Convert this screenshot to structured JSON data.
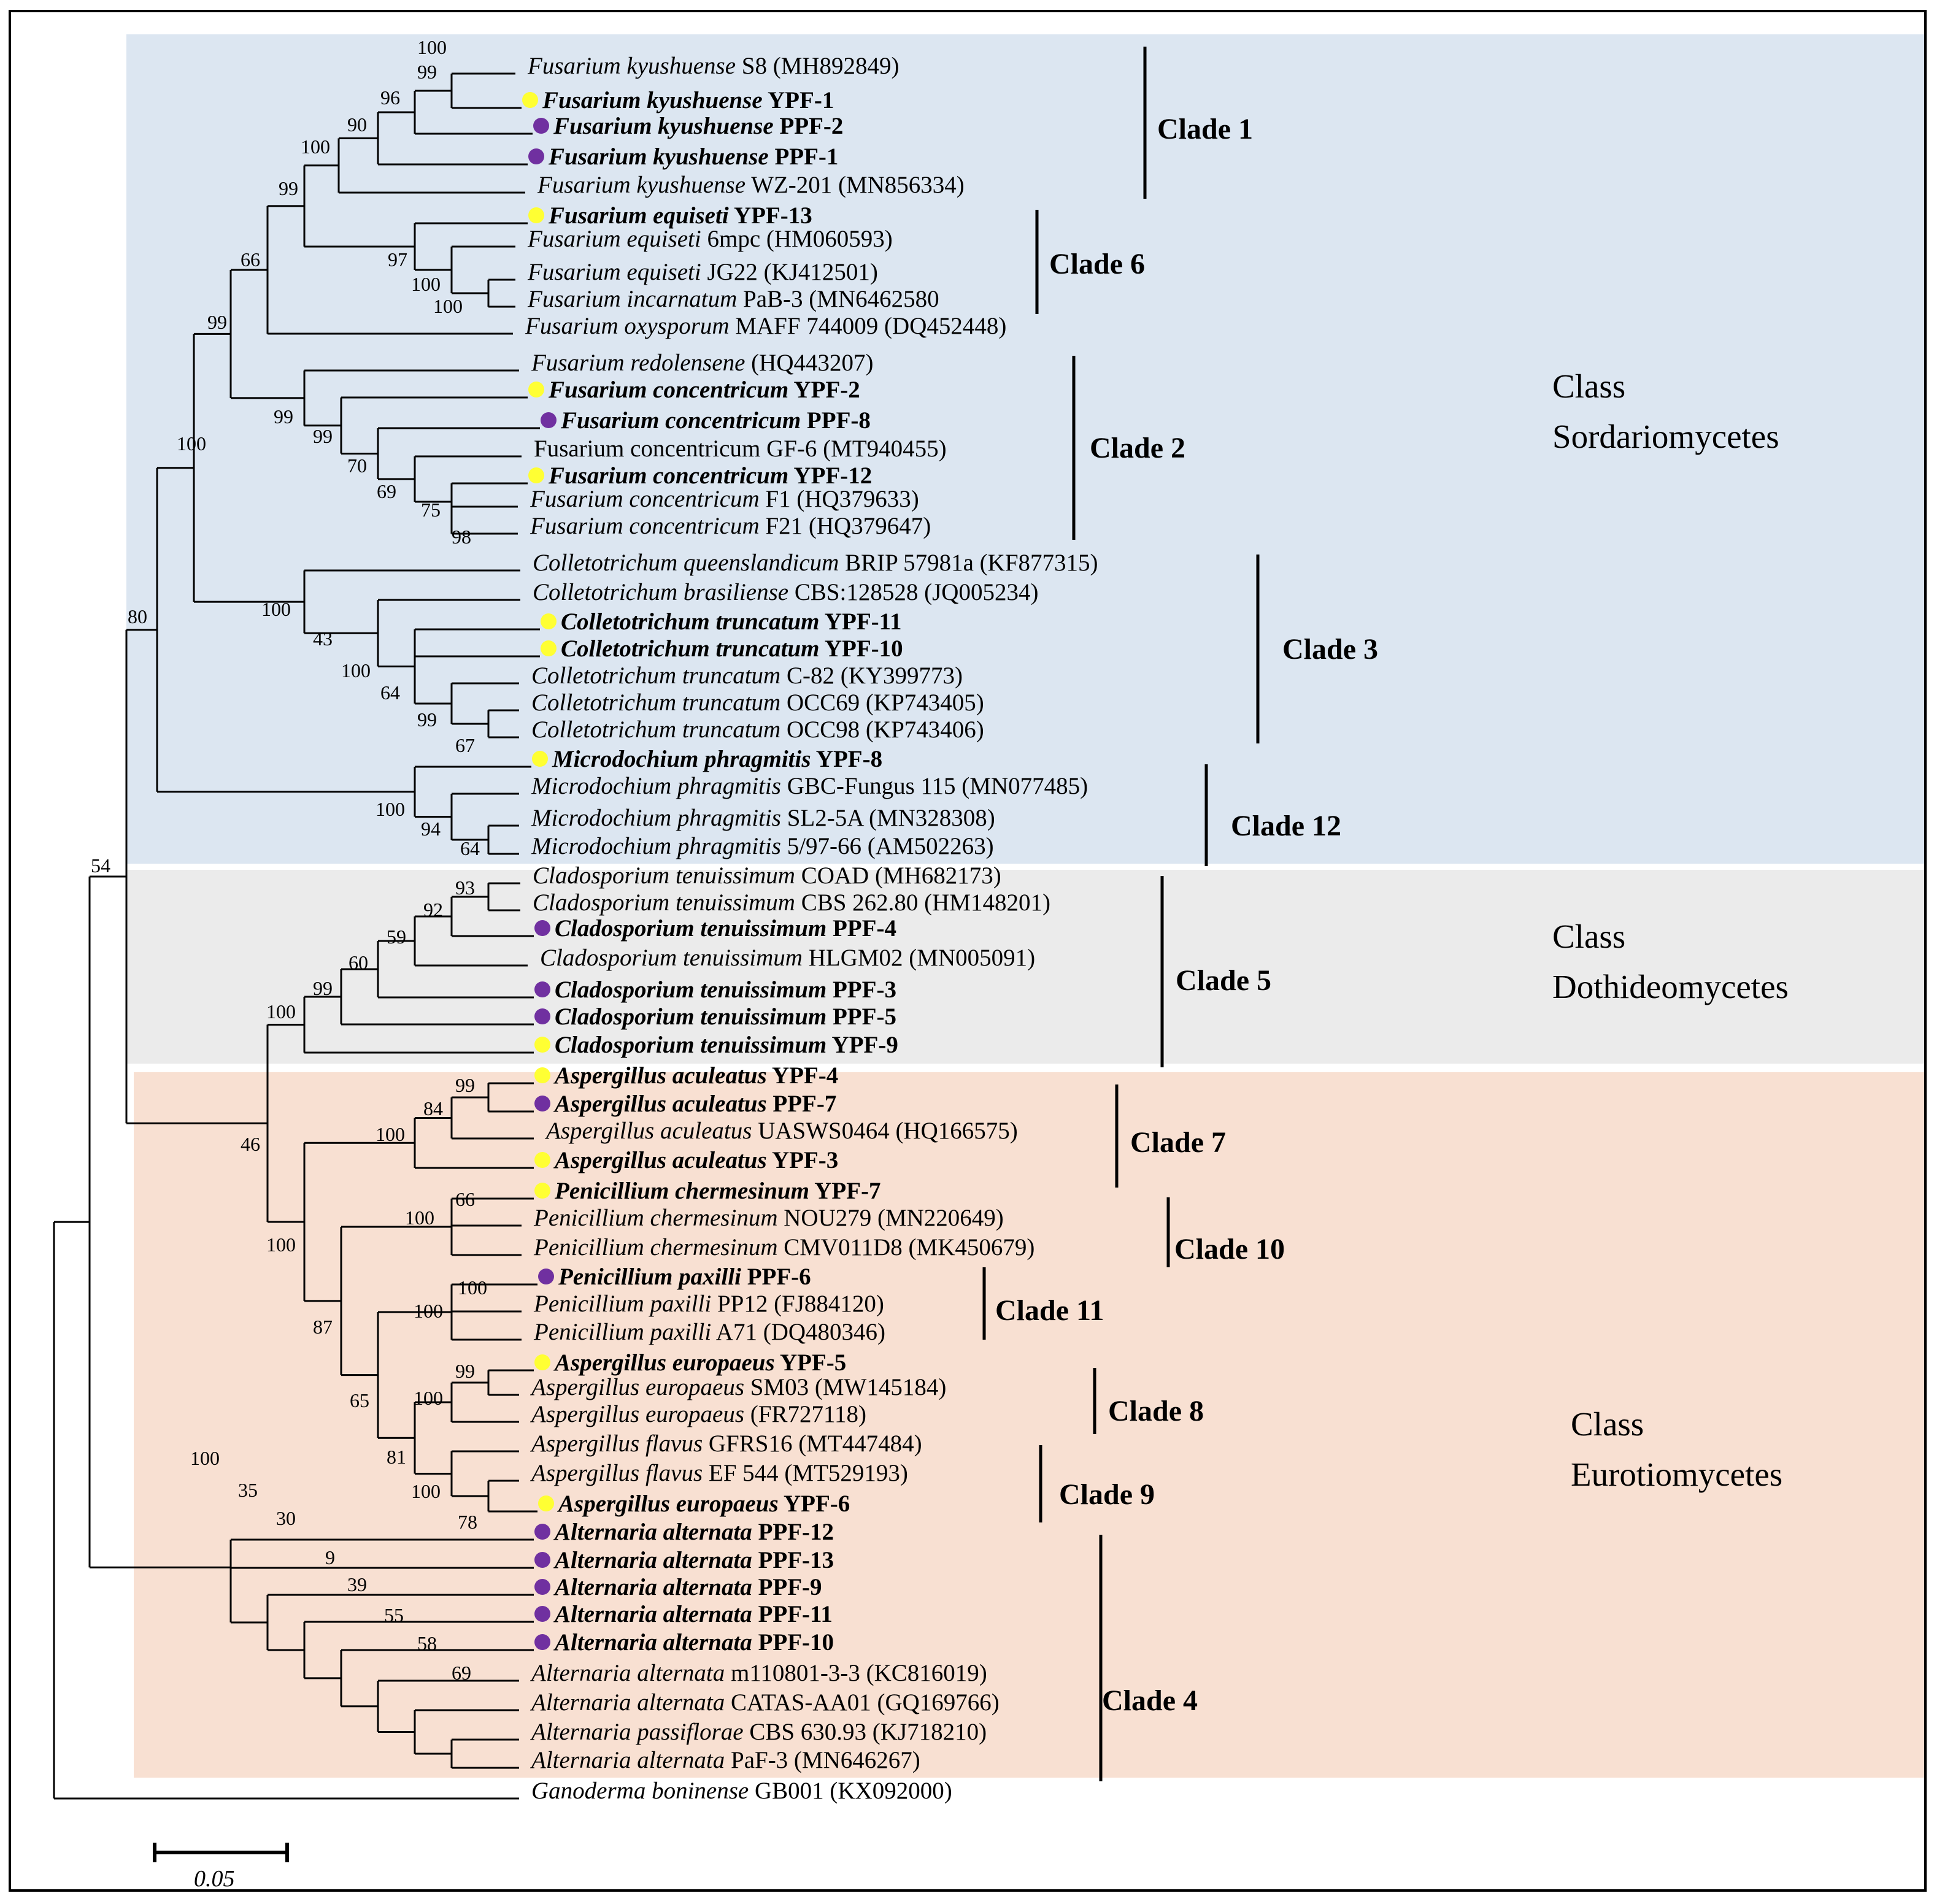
{
  "colors": {
    "sordariomycetes_bg": "#dce6f1",
    "dothideomycetes_bg": "#ebebeb",
    "eurotiomycetes_bg": "#f8e0d2",
    "yellow_marker": "#ffff33",
    "purple_marker": "#7030a0",
    "line": "#000000"
  },
  "classes": [
    {
      "id": "sord",
      "line1": "Class",
      "line2": "Sordariomycetes"
    },
    {
      "id": "doth",
      "line1": "Class",
      "line2": "Dothideomycetes"
    },
    {
      "id": "euro",
      "line1": "Class",
      "line2": "Eurotiomycetes"
    }
  ],
  "clades": [
    "Clade 1",
    "Clade 6",
    "Clade 2",
    "Clade 3",
    "Clade 12",
    "Clade 5",
    "Clade 7",
    "Clade 10",
    "Clade 11",
    "Clade 8",
    "Clade 9",
    "Clade 4"
  ],
  "taxa": [
    {
      "genus": "Fusarium kyushuense",
      "rest": " S8 (MH892849)",
      "bold": false,
      "marker": "none"
    },
    {
      "genus": "Fusarium kyushuense",
      "rest": " YPF-1",
      "bold": true,
      "marker": "yellow"
    },
    {
      "genus": "Fusarium kyushuense",
      "rest": " PPF-2",
      "bold": true,
      "marker": "purple"
    },
    {
      "genus": "Fusarium kyushuense",
      "rest": " PPF-1",
      "bold": true,
      "marker": "purple"
    },
    {
      "genus": "Fusarium kyushuense",
      "rest": " WZ-201 (MN856334)",
      "bold": false,
      "marker": "none"
    },
    {
      "genus": "Fusarium equiseti",
      "rest": " YPF-13",
      "bold": true,
      "marker": "yellow"
    },
    {
      "genus": "Fusarium equiseti",
      "rest": " 6mpc (HM060593)",
      "bold": false,
      "marker": "none"
    },
    {
      "genus": "Fusarium equiseti",
      "rest": " JG22 (KJ412501)",
      "bold": false,
      "marker": "none"
    },
    {
      "genus": "Fusarium incarnatum",
      "rest": " PaB-3 (MN6462580",
      "bold": false,
      "marker": "none"
    },
    {
      "genus": "Fusarium oxysporum",
      "rest": " MAFF 744009 (DQ452448)",
      "bold": false,
      "marker": "none"
    },
    {
      "genus": "Fusarium redolensene",
      "rest": " (HQ443207)",
      "bold": false,
      "marker": "none"
    },
    {
      "genus": "Fusarium concentricum",
      "rest": " YPF-2",
      "bold": true,
      "marker": "yellow"
    },
    {
      "genus": "Fusarium concentricum",
      "rest": " PPF-8",
      "bold": true,
      "marker": "purple"
    },
    {
      "genus": "",
      "rest": "Fusarium concentricum GF-6 (MT940455)",
      "bold": false,
      "marker": "none"
    },
    {
      "genus": "Fusarium concentricum",
      "rest": " YPF-12",
      "bold": true,
      "marker": "yellow"
    },
    {
      "genus": "Fusarium concentricum",
      "rest": " F1 (HQ379633)",
      "bold": false,
      "marker": "none"
    },
    {
      "genus": "Fusarium concentricum",
      "rest": " F21 (HQ379647)",
      "bold": false,
      "marker": "none"
    },
    {
      "genus": "Colletotrichum queenslandicum",
      "rest": " BRIP 57981a (KF877315)",
      "bold": false,
      "marker": "none"
    },
    {
      "genus": "Colletotrichum brasiliense",
      "rest": " CBS:128528 (JQ005234)",
      "bold": false,
      "marker": "none"
    },
    {
      "genus": "Colletotrichum truncatum",
      "rest": " YPF-11",
      "bold": true,
      "marker": "yellow"
    },
    {
      "genus": "Colletotrichum truncatum",
      "rest": " YPF-10",
      "bold": true,
      "marker": "yellow"
    },
    {
      "genus": "Colletotrichum truncatum",
      "rest": " C-82 (KY399773)",
      "bold": false,
      "marker": "none"
    },
    {
      "genus": "Colletotrichum truncatum",
      "rest": " OCC69 (KP743405)",
      "bold": false,
      "marker": "none"
    },
    {
      "genus": "Colletotrichum truncatum",
      "rest": " OCC98 (KP743406)",
      "bold": false,
      "marker": "none"
    },
    {
      "genus": "Microdochium phragmitis",
      "rest": " YPF-8",
      "bold": true,
      "marker": "yellow"
    },
    {
      "genus": "Microdochium phragmitis",
      "rest": " GBC-Fungus 115 (MN077485)",
      "bold": false,
      "marker": "none"
    },
    {
      "genus": "Microdochium phragmitis",
      "rest": " SL2-5A (MN328308)",
      "bold": false,
      "marker": "none"
    },
    {
      "genus": "Microdochium phragmitis",
      "rest": " 5/97-66 (AM502263)",
      "bold": false,
      "marker": "none"
    },
    {
      "genus": "Cladosporium tenuissimum",
      "rest": " COAD (MH682173)",
      "bold": false,
      "marker": "none"
    },
    {
      "genus": "Cladosporium tenuissimum",
      "rest": " CBS 262.80 (HM148201)",
      "bold": false,
      "marker": "none"
    },
    {
      "genus": "Cladosporium tenuissimum",
      "rest": " PPF-4",
      "bold": true,
      "marker": "purple"
    },
    {
      "genus": "Cladosporium tenuissimum",
      "rest": " HLGM02 (MN005091)",
      "bold": false,
      "marker": "none"
    },
    {
      "genus": "Cladosporium tenuissimum",
      "rest": " PPF-3",
      "bold": true,
      "marker": "purple"
    },
    {
      "genus": "Cladosporium tenuissimum",
      "rest": " PPF-5",
      "bold": true,
      "marker": "purple"
    },
    {
      "genus": "Cladosporium tenuissimum",
      "rest": " YPF-9",
      "bold": true,
      "marker": "yellow"
    },
    {
      "genus": "Aspergillus aculeatus",
      "rest": " YPF-4",
      "bold": true,
      "marker": "yellow"
    },
    {
      "genus": "Aspergillus aculeatus",
      "rest": " PPF-7",
      "bold": true,
      "marker": "purple"
    },
    {
      "genus": "Aspergillus aculeatus",
      "rest": " UASWS0464 (HQ166575)",
      "bold": false,
      "marker": "none"
    },
    {
      "genus": "Aspergillus aculeatus",
      "rest": " YPF-3",
      "bold": true,
      "marker": "yellow"
    },
    {
      "genus": "Penicillium chermesinum",
      "rest": " YPF-7",
      "bold": true,
      "marker": "yellow"
    },
    {
      "genus": "Penicillium chermesinum",
      "rest": " NOU279 (MN220649)",
      "bold": false,
      "marker": "none"
    },
    {
      "genus": "Penicillium chermesinum",
      "rest": " CMV011D8 (MK450679)",
      "bold": false,
      "marker": "none"
    },
    {
      "genus": "Penicillium paxilli",
      "rest": " PPF-6",
      "bold": true,
      "marker": "purple"
    },
    {
      "genus": "Penicillium paxilli",
      "rest": " PP12 (FJ884120)",
      "bold": false,
      "marker": "none"
    },
    {
      "genus": "Penicillium paxilli",
      "rest": " A71 (DQ480346)",
      "bold": false,
      "marker": "none"
    },
    {
      "genus": "Aspergillus europaeus",
      "rest": " YPF-5",
      "bold": true,
      "marker": "yellow"
    },
    {
      "genus": "Aspergillus europaeus",
      "rest": " SM03 (MW145184)",
      "bold": false,
      "marker": "none"
    },
    {
      "genus": "Aspergillus europaeus",
      "rest": " (FR727118)",
      "bold": false,
      "marker": "none"
    },
    {
      "genus": "Aspergillus flavus",
      "rest": " GFRS16 (MT447484)",
      "bold": false,
      "marker": "none"
    },
    {
      "genus": "Aspergillus flavus",
      "rest": " EF 544 (MT529193)",
      "bold": false,
      "marker": "none"
    },
    {
      "genus": "Aspergillus europaeus",
      "rest": " YPF-6",
      "bold": true,
      "marker": "yellow"
    },
    {
      "genus": "Alternaria alternata",
      "rest": " PPF-12",
      "bold": true,
      "marker": "purple"
    },
    {
      "genus": "Alternaria alternata",
      "rest": " PPF-13",
      "bold": true,
      "marker": "purple"
    },
    {
      "genus": "Alternaria alternata",
      "rest": " PPF-9",
      "bold": true,
      "marker": "purple"
    },
    {
      "genus": "Alternaria alternata",
      "rest": " PPF-11",
      "bold": true,
      "marker": "purple"
    },
    {
      "genus": "Alternaria alternata",
      "rest": " PPF-10",
      "bold": true,
      "marker": "purple"
    },
    {
      "genus": "Alternaria alternata",
      "rest": " m110801-3-3 (KC816019)",
      "bold": false,
      "marker": "none"
    },
    {
      "genus": "Alternaria alternata",
      "rest": " CATAS-AA01 (GQ169766)",
      "bold": false,
      "marker": "none"
    },
    {
      "genus": "Alternaria passiflorae",
      "rest": " CBS 630.93 (KJ718210)",
      "bold": false,
      "marker": "none"
    },
    {
      "genus": "Alternaria alternata",
      "rest": " PaF-3 (MN646267)",
      "bold": false,
      "marker": "none"
    },
    {
      "genus": "Ganoderma boninense",
      "rest": " GB001 (KX092000)",
      "bold": false,
      "marker": "none"
    }
  ],
  "bootstrap": [
    "100",
    "99",
    "96",
    "90",
    "100",
    "99",
    "97",
    "100",
    "100",
    "66",
    "99",
    "99",
    "99",
    "70",
    "69",
    "75",
    "98",
    "100",
    "100",
    "43",
    "100",
    "64",
    "99",
    "67",
    "100",
    "94",
    "64",
    "80",
    "54",
    "93",
    "92",
    "59",
    "60",
    "99",
    "100",
    "99",
    "84",
    "100",
    "46",
    "66",
    "100",
    "100",
    "100",
    "100",
    "87",
    "99",
    "100",
    "65",
    "81",
    "100",
    "78",
    "100",
    "35",
    "30",
    "9",
    "39",
    "55",
    "58",
    "69"
  ],
  "scale_bar": {
    "label": "0.05"
  }
}
